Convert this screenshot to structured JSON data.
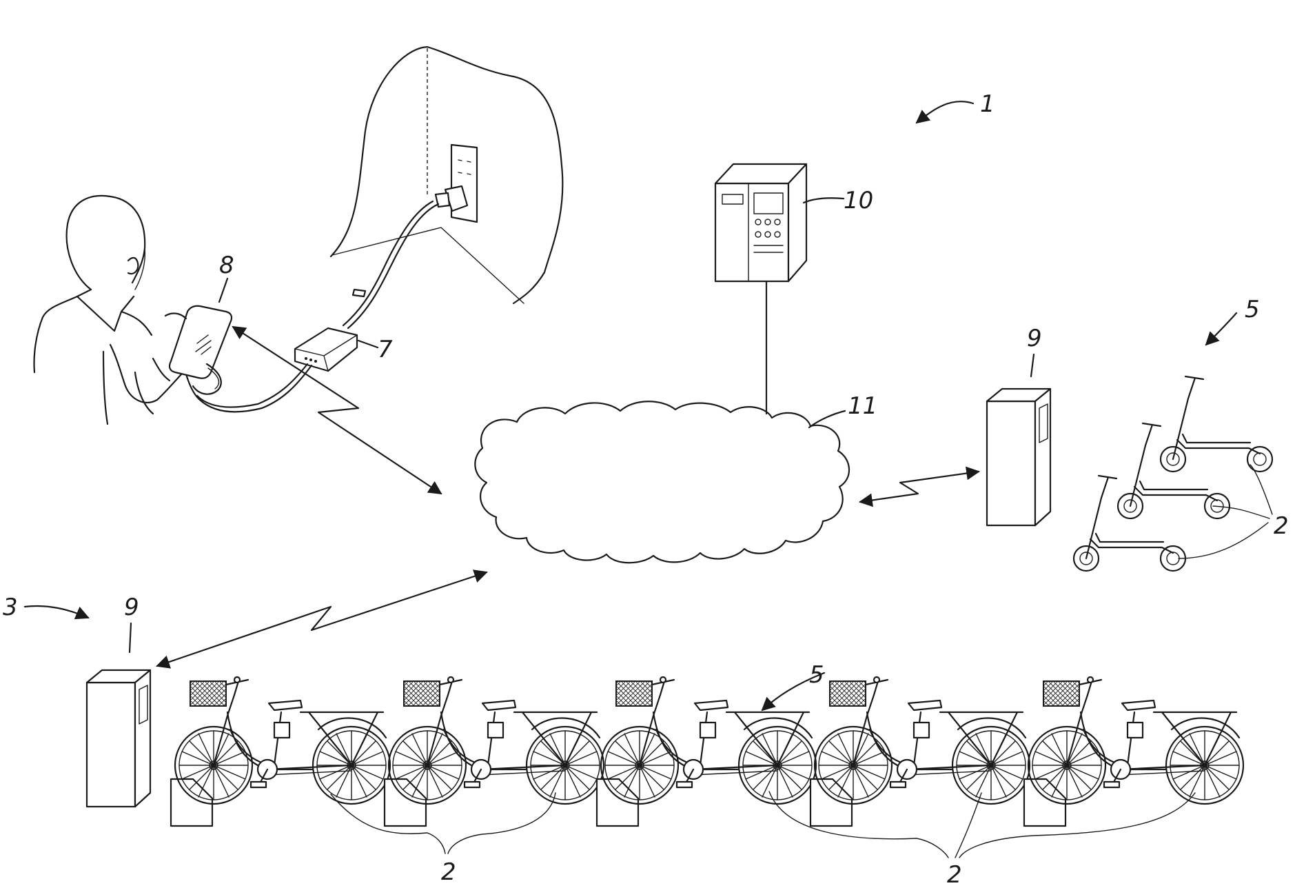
{
  "labels": {
    "system": "1",
    "vehicle": "2",
    "station_group": "3",
    "parking_area": "5",
    "charger": "7",
    "user_terminal": "8",
    "station_terminal": "9",
    "server": "10",
    "network": "11"
  },
  "colors": {
    "line": "#1a1a1a",
    "background": "#ffffff"
  }
}
